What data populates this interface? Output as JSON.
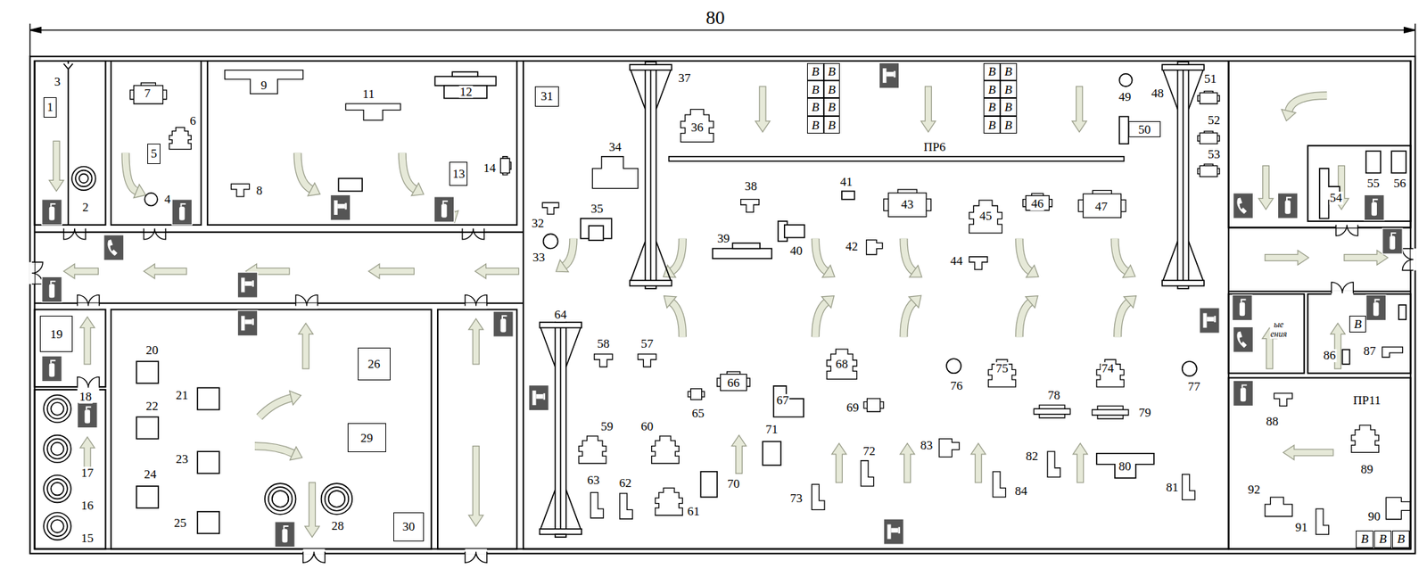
{
  "diagram": {
    "nodes": [
      {
        "text": [
          "1"
        ]
      },
      {
        "text": [
          "5"
        ]
      },
      {
        "text": [
          "13"
        ]
      },
      {
        "text": [
          "31"
        ]
      },
      {
        "text": [
          "В"
        ]
      },
      {
        "text": [
          "В"
        ]
      },
      {
        "text": [
          "В"
        ]
      },
      {
        "text": [
          "В"
        ]
      },
      {
        "text": [
          "В"
        ]
      },
      {
        "text": [
          "В"
        ]
      },
      {
        "text": [
          "В"
        ]
      },
      {
        "text": [
          "В"
        ]
      },
      {
        "text": [
          "В"
        ]
      },
      {
        "text": [
          "В"
        ]
      },
      {
        "text": [
          "В"
        ]
      },
      {
        "text": [
          "В"
        ]
      },
      {
        "text": [
          "В"
        ]
      },
      {
        "text": [
          "В"
        ]
      },
      {
        "text": [
          "В"
        ]
      },
      {
        "text": [
          "В"
        ]
      },
      {
        "text": [
          "50"
        ]
      },
      {
        "text": [
          "19"
        ]
      },
      {
        "text": [
          "26"
        ]
      },
      {
        "text": [
          "В"
        ]
      },
      {
        "text": [
          "29"
        ]
      },
      {
        "text": [
          "30"
        ]
      },
      {
        "text": [
          "В"
        ]
      },
      {
        "text": [
          "В"
        ]
      },
      {
        "text": [
          "В"
        ]
      }
    ],
    "labels": [
      "80",
      "3",
      "2",
      "7",
      "6",
      "4",
      "9",
      "11",
      "12",
      "8",
      "14",
      "37",
      "36",
      "ПР6",
      "49",
      "48",
      "51",
      "52",
      "53",
      "34",
      "35",
      "32",
      "33",
      "38",
      "39",
      "40",
      "41",
      "42",
      "43",
      "44",
      "45",
      "46",
      "47",
      "64",
      "58",
      "57",
      "59",
      "60",
      "63",
      "62",
      "61",
      "65",
      "66",
      "67",
      "68",
      "69",
      "70",
      "71",
      "72",
      "73",
      "75",
      "74",
      "76",
      "77",
      "78",
      "79",
      "80",
      "81",
      "82",
      "83",
      "84",
      "54",
      "55",
      "56",
      "ые ения",
      "86",
      "87",
      "ПР11",
      "88",
      "89",
      "90",
      "91",
      "92",
      "18",
      "17",
      "16",
      "15",
      "20",
      "21",
      "22",
      "23",
      "24",
      "25",
      "28"
    ]
  }
}
